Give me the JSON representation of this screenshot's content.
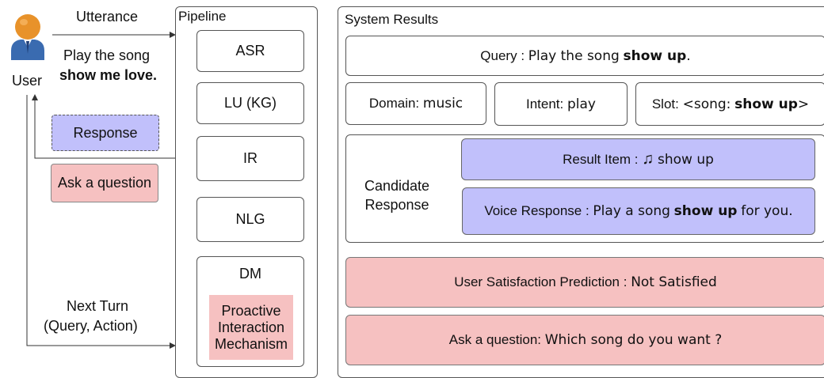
{
  "user": {
    "label": "User",
    "utterance_label": "Utterance",
    "utterance_line1": "Play the song",
    "utterance_line2": "show me love.",
    "response_label": "Response",
    "ask_label": "Ask a question",
    "next_turn_line1": "Next Turn",
    "next_turn_line2": "(Query, Action)"
  },
  "pipeline": {
    "title": "Pipeline",
    "modules": [
      "ASR",
      "LU (KG)",
      "IR",
      "NLG",
      "DM"
    ],
    "proactive": [
      "Proactive",
      "Interaction",
      "Mechanism"
    ]
  },
  "results": {
    "title": "System Results",
    "query_label": "Query :",
    "query_text": "Play the song",
    "query_bold": "show up",
    "query_end": ".",
    "domain_label": "Domain:",
    "domain_value": "music",
    "intent_label": "Intent:",
    "intent_value": "play",
    "slot_label": "Slot:",
    "slot_prefix": "<song:",
    "slot_bold": "show up",
    "slot_suffix": ">",
    "candidate_line1": "Candidate",
    "candidate_line2": "Response",
    "result_item_label": "Result Item :",
    "result_item_icon": "♫",
    "result_item_value": "show up",
    "voice_label": "Voice Response :",
    "voice_text": "Play a song",
    "voice_bold": "show up",
    "voice_end": "for you.",
    "satisfaction_label": "User Satisfaction Prediction :",
    "satisfaction_value": "Not Satisfied",
    "ask_label": "Ask a question:",
    "ask_value": "Which song do you want ?"
  },
  "colors": {
    "blue_fill": "#c1c0fb",
    "pink_fill": "#f6c1c1",
    "avatar_orange": "#e8922a",
    "avatar_blue": "#3a6bb0"
  }
}
